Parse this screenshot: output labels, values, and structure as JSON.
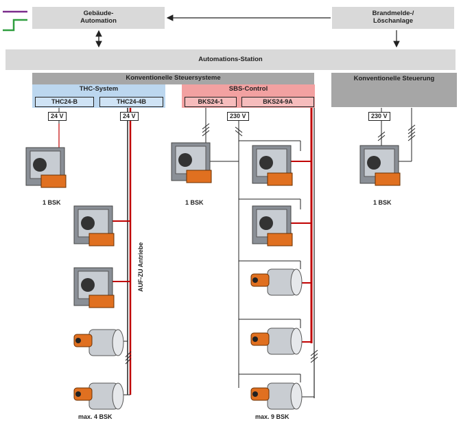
{
  "top": {
    "gebaeude_automation": "Gebäude-\nAutomation",
    "brandmelde": "Brandmelde-/\nLöschanlage",
    "automations_station": "Automations-Station"
  },
  "bands": {
    "konventionelle_steuersysteme": "Konventionelle Steuersysteme",
    "konventionelle_steuerung": "Konventionelle Steuerung",
    "thc_system": "THC-System",
    "sbs_control": "SBS-Control"
  },
  "controllers": {
    "thc24_b": "THC24-B",
    "thc24_4b": "THC24-4B",
    "bks24_1": "BKS24-1",
    "bks24_9a": "BKS24-9A"
  },
  "voltages": {
    "v24_a": "24 V",
    "v24_b": "24 V",
    "v230_a": "230 V",
    "v230_b": "230 V"
  },
  "captions": {
    "bsk_1_left": "1 BSK",
    "bsk_1_middle": "1 BSK",
    "bsk_1_right": "1 BSK",
    "max4": "max. 4 BSK",
    "max9": "max. 9 BSK",
    "auf_zu": "AUF-ZU Antriebe"
  },
  "colors": {
    "signal_red": "#c00000",
    "legend_purple": "#7a2a8a",
    "legend_green": "#2e9e3e",
    "damper_orange": "#e07020"
  }
}
